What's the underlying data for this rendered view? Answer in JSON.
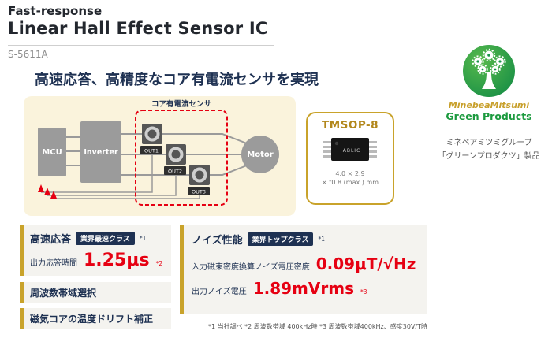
{
  "header": {
    "eyebrow": "Fast-response",
    "title": "Linear Hall Effect Sensor IC",
    "part_number": "S-5611A"
  },
  "headline": "高速応答、高精度なコア有電流センサを実現",
  "diagram": {
    "sensor_group_label": "コア有電流センサ",
    "blocks": {
      "mcu": "MCU",
      "inverter": "Inverter",
      "motor": "Motor"
    },
    "sensors": [
      "OUT1",
      "OUT2",
      "OUT3"
    ]
  },
  "package": {
    "name": "TMSOP-8",
    "chip_brand": "ABLIC",
    "dimensions_line1": "4.0 × 2.9",
    "dimensions_line2": "× t0.8 (max.) mm"
  },
  "green_products": {
    "brand": "MinebeaMitsumi",
    "label": "Green Products",
    "caption_line1": "ミネベアミツミグループ",
    "caption_line2": "「グリーンプロダクツ」製品"
  },
  "features": {
    "speed": {
      "title": "高速応答",
      "badge": "業界最速クラス",
      "badge_note": "*1",
      "metric_label": "出力応答時間",
      "metric_value": "1.25μs",
      "metric_note": "*2"
    },
    "bandwidth": "周波数帯域選択",
    "drift": "磁気コアの温度ドリフト補正",
    "noise": {
      "title": "ノイズ性能",
      "badge": "業界トップクラス",
      "badge_note": "*1",
      "metric1_label": "入力磁束密度換算ノイズ電圧密度",
      "metric1_value": "0.09μT/√Hz",
      "metric2_label": "出力ノイズ電圧",
      "metric2_value": "1.89mVrms",
      "metric2_note": "*3"
    }
  },
  "footnote": "*1 当社調べ *2 周波数帯域 400kHz時 *3 周波数帯域400kHz、感度30V/T時",
  "colors": {
    "navy": "#1e3152",
    "red": "#e60012",
    "gold": "#c9a32b",
    "cream": "#faf3dc",
    "green": "#1b9a3e",
    "block_gray": "#9b9b9b"
  }
}
